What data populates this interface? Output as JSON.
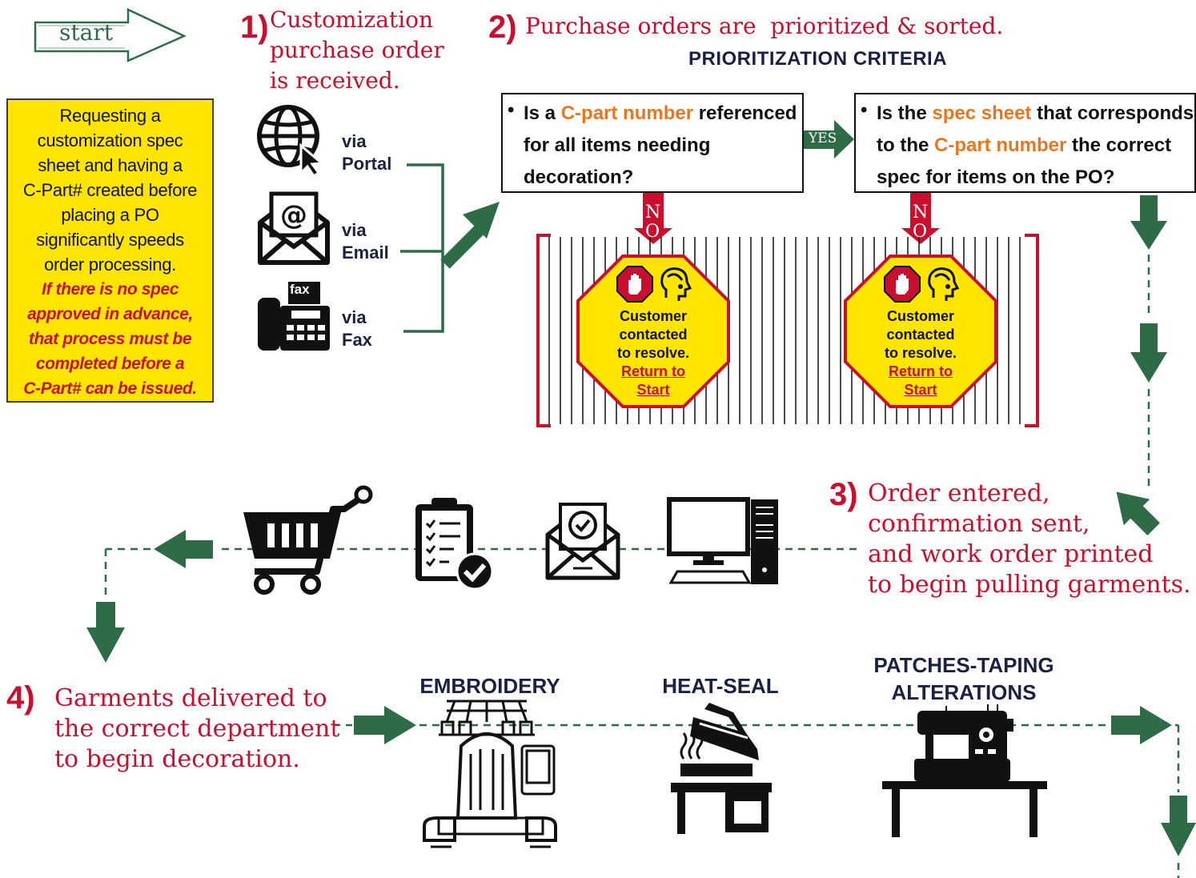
{
  "start_label": "start",
  "note": {
    "text_lines": [
      "Requesting a",
      "customization spec",
      "sheet and having a",
      "C-Part# created before",
      "placing a PO",
      "significantly speeds",
      "order processing."
    ],
    "italic_lines": [
      "If there is no spec",
      "approved in advance,",
      "that process must be",
      "completed before a",
      "C-Part# can be issued."
    ]
  },
  "step1": {
    "num": "1)",
    "lines": [
      "Customization",
      "purchase order",
      "is received."
    ]
  },
  "channels": [
    {
      "icon": "globe-cursor-icon",
      "via": "via",
      "label": "Portal"
    },
    {
      "icon": "envelope-at-icon",
      "via": "via",
      "label": "Email"
    },
    {
      "icon": "fax-machine-icon",
      "via": "via",
      "label": "Fax",
      "badge": "fax"
    }
  ],
  "step2": {
    "num": "2)",
    "text": "Purchase orders are  prioritized & sorted.",
    "criteria_heading": "PRIORITIZATION CRITERIA"
  },
  "q1": {
    "bullet": "•",
    "l1_pre": "Is a ",
    "l1_hl": "C-part number",
    "l1_post": " referenced",
    "l2": "for all items needing",
    "l3": "decoration?"
  },
  "q2": {
    "bullet": "•",
    "l1_pre": "Is the ",
    "l1_hl": "spec sheet",
    "l1_post": " that corresponds",
    "l2_pre": "to the ",
    "l2_hl": "C-part number",
    "l2_post": " the correct",
    "l3": "spec for items on the PO?"
  },
  "yes_label": "YES",
  "no_label_1": "N",
  "no_label_2": "O",
  "stop_sign": {
    "l1": "Customer",
    "l2": "contacted",
    "l3": "to resolve.",
    "link1": "Return to",
    "link2": "Start"
  },
  "step3": {
    "num": "3)",
    "lines": [
      "Order entered,",
      "confirmation sent,",
      "and work order printed",
      "to begin pulling garments."
    ]
  },
  "step4": {
    "num": "4)",
    "lines": [
      "Garments delivered to",
      "the correct department",
      "to begin decoration."
    ]
  },
  "departments": {
    "embroidery": "EMBROIDERY",
    "heatseal": "HEAT-SEAL",
    "patches_l1": "PATCHES-TAPING",
    "patches_l2": "ALTERATIONS"
  },
  "colors": {
    "red": "#c8102e",
    "navy": "#1b2140",
    "green": "#2e6b46",
    "orange": "#e87722",
    "yellow": "#ffe500",
    "note_border": "#3a3a3a"
  }
}
